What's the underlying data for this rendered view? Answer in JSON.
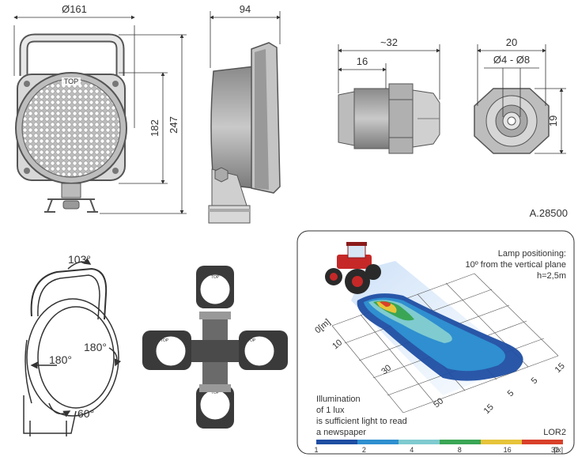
{
  "dimensions": {
    "lamp_diameter": "Ø161",
    "lamp_depth": "94",
    "lens_height": "182",
    "total_height": "247",
    "gland_length": "~32",
    "gland_thread": "16",
    "gland_width": "20",
    "cable_range": "Ø4 - Ø8",
    "gland_height": "19"
  },
  "top_label": "TOP",
  "part_number": "A.28500",
  "angles": {
    "handle": "103°",
    "rotate_left": "180°",
    "rotate_right": "180°",
    "tilt": "60°"
  },
  "illumination": {
    "positioning_line1": "Lamp positioning:",
    "positioning_line2": "10º from the vertical plane",
    "positioning_line3": "h=2,5m",
    "grid_labels": [
      "0[m]",
      "10",
      "30",
      "50",
      "15",
      "5",
      "5",
      "15"
    ],
    "note_line1": "Illumination",
    "note_line2": "of 1 lux",
    "note_line3": "is sufficient light to read",
    "note_line4": "a newspaper",
    "code": "LOR2",
    "scale_ticks": [
      "1",
      "2",
      "4",
      "8",
      "16",
      "32",
      "[lx]"
    ],
    "scale_colors": [
      "#1f4ea3",
      "#2f8fd0",
      "#7fcbd0",
      "#3aa655",
      "#e6c43a",
      "#d9402a"
    ]
  }
}
